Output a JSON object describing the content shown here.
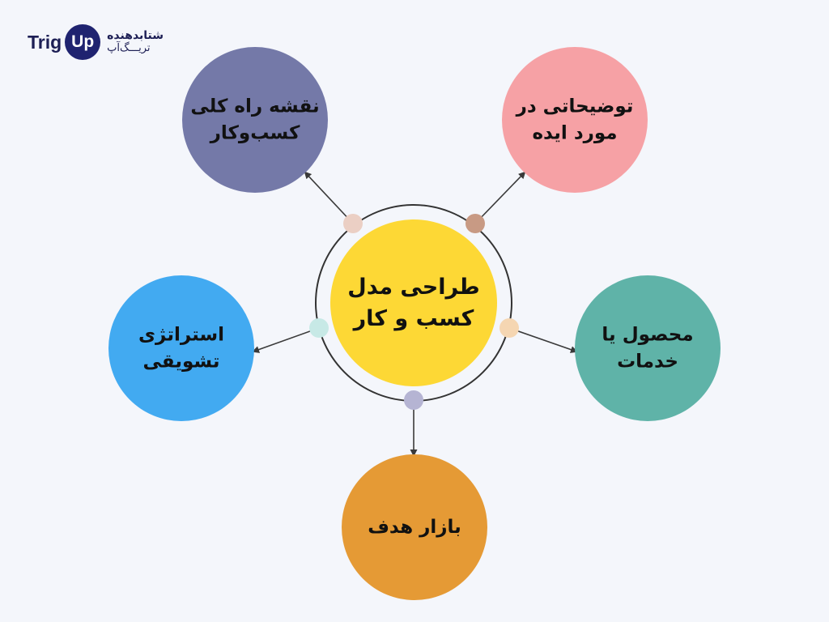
{
  "logo": {
    "brand_left": "Trig",
    "brand_badge": "Up",
    "subtitle_line1": "شتابدهنده",
    "subtitle_line2": "تریـــگ‌آپ"
  },
  "center": {
    "label_lines": [
      "طراحی مدل",
      "کسب و کار"
    ],
    "fill": "#fdd835"
  },
  "nodes": [
    {
      "id": "roadmap",
      "lines": [
        "نقشه راه کلی",
        "کسب‌وکار"
      ],
      "fill": "#7479a8",
      "dot": "#ebcfc4"
    },
    {
      "id": "idea",
      "lines": [
        "توضیحاتی در",
        "مورد ایده"
      ],
      "fill": "#f6a1a5",
      "dot": "#c89a84"
    },
    {
      "id": "product",
      "lines": [
        "محصول یا",
        "خدمات"
      ],
      "fill": "#5fb3a8",
      "dot": "#f5d6b2"
    },
    {
      "id": "market",
      "lines": [
        "بازار هدف"
      ],
      "fill": "#e59a35",
      "dot": "#b5b4d3"
    },
    {
      "id": "strategy",
      "lines": [
        "استراتژی",
        "تشویقی"
      ],
      "fill": "#42aaf1",
      "dot": "#c7e9e6"
    }
  ],
  "colors": {
    "background": "#f4f6fb",
    "ring": "#333333",
    "text": "#111111",
    "arrow": "#3a3a3a"
  }
}
